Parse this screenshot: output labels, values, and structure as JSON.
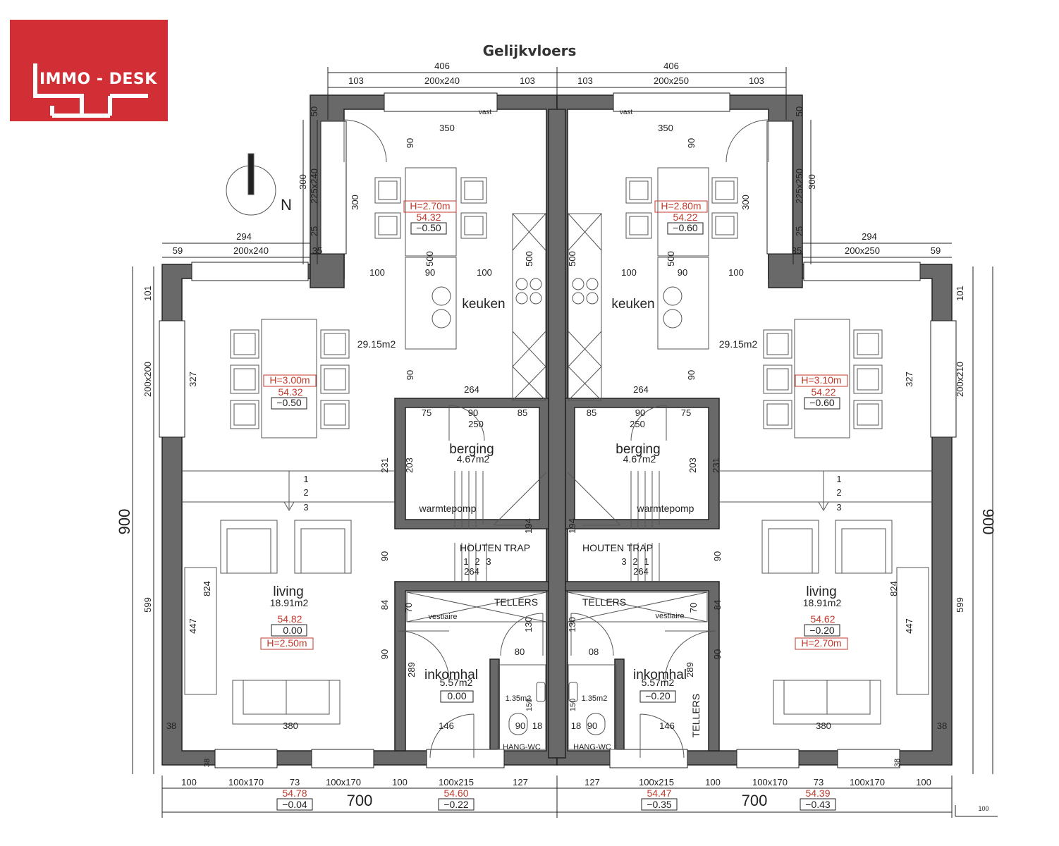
{
  "logo": {
    "text": "IMMO - DESK",
    "color": "#d12e35"
  },
  "title": "Gelijkvloers",
  "north_label": "N",
  "colors": {
    "wall": "#696969",
    "line": "#222222",
    "red": "#c0392b"
  },
  "top_dims": {
    "left_total": "406",
    "right_total": "406",
    "left_segs": [
      "103",
      "200x240",
      "103"
    ],
    "right_segs": [
      "103",
      "200x250",
      "103"
    ]
  },
  "upper_side_dims": {
    "left_294": "294",
    "left_59": "59",
    "left_win": "200x240",
    "left_35": "35",
    "right_294": "294",
    "right_59": "59",
    "right_win": "200x250",
    "right_35": "35"
  },
  "wing_dims": {
    "left_50": "50",
    "left_300": "300",
    "left_win": "225x240",
    "left_25": "25",
    "right_50": "50",
    "right_300": "300",
    "right_win": "225x250",
    "right_25": "25",
    "vast": "vast"
  },
  "outer_side_dims": {
    "left_900": "900",
    "right_900": "900",
    "left_101": "101",
    "right_101": "101",
    "left_win": "200x200",
    "right_win": "200x210",
    "left_599": "599",
    "right_599": "599",
    "left_38": "38",
    "right_38": "38"
  },
  "bottom_dims": {
    "left_segs": [
      "100",
      "100x170",
      "73",
      "100x170",
      "100",
      "100x215",
      "127"
    ],
    "right_segs": [
      "127",
      "100x215",
      "100",
      "100x170",
      "73",
      "100x170",
      "100"
    ],
    "left_700": "700",
    "right_700": "700",
    "scale_100": "100"
  },
  "bottom_levels": [
    {
      "h": "54.78",
      "l": "−0.04"
    },
    {
      "h": "54.60",
      "l": "−0.22"
    },
    {
      "h": "54.47",
      "l": "−0.35"
    },
    {
      "h": "54.39",
      "l": "−0.43"
    }
  ],
  "rooms": {
    "keuken": "keuken",
    "kitchen_area": "29.15m2",
    "berging": "berging",
    "berging_area": "4.67m2",
    "warmtepomp": "warmtepomp",
    "houten_trap": "HOUTEN  TRAP",
    "living": "living",
    "living_area": "18.91m2",
    "inkomhal": "inkomhal",
    "inkomhal_area": "5.57m2",
    "wc_area": "1.35m2",
    "tellers": "TELLERS",
    "vestiaire": "vestiaire",
    "hang_wc": "HANG-WC"
  },
  "levels": {
    "left_kitchen": {
      "h": "H=2.70m",
      "abs": "54.32",
      "rel": "−0.50"
    },
    "right_kitchen": {
      "h": "H=2.80m",
      "abs": "54.22",
      "rel": "−0.60"
    },
    "left_dining": {
      "h": "H=3.00m",
      "abs": "54.32",
      "rel": "−0.50"
    },
    "right_dining": {
      "h": "H=3.10m",
      "abs": "54.22",
      "rel": "−0.60"
    },
    "left_living": {
      "abs": "54.82",
      "rel": "0.00",
      "h": "H=2.50m"
    },
    "right_living": {
      "abs": "54.62",
      "rel": "−0.20",
      "h": "H=2.70m"
    },
    "left_hall": "0.00",
    "right_hall": "−0.20"
  },
  "interior_dims": {
    "d350": "350",
    "d90": "90",
    "d300": "300",
    "d500": "500",
    "d100": "100",
    "d264": "264",
    "d75": "75",
    "d85": "85",
    "d250": "250",
    "d231": "231",
    "d203": "203",
    "d327": "327",
    "d194": "194",
    "d824": "824",
    "d447": "447",
    "d84": "84",
    "d70": "70",
    "d130": "130",
    "d80": "80",
    "d08": "08",
    "d289": "289",
    "d150": "150",
    "d18": "18",
    "d380": "380",
    "d146": "146",
    "d38": "38",
    "steps": [
      "1",
      "2",
      "3"
    ]
  }
}
